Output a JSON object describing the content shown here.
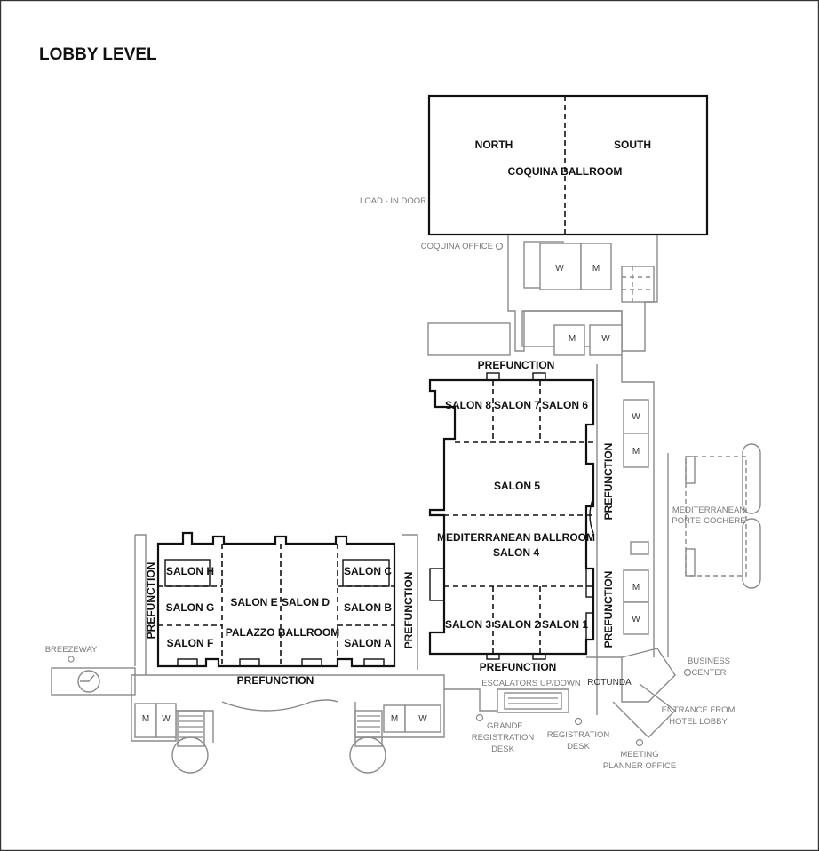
{
  "title": "LOBBY LEVEL",
  "coquina": {
    "north": "NORTH",
    "south": "SOUTH",
    "ballroom": "COQUINA BALLROOM",
    "load_in": "LOAD - IN DOOR",
    "office": "COQUINA OFFICE"
  },
  "restrooms": {
    "women": "W",
    "men": "M"
  },
  "mediterranean": {
    "prefunction_top": "PREFUNCTION",
    "salon8": "SALON 8",
    "salon7": "SALON 7",
    "salon6": "SALON 6",
    "salon5": "SALON 5",
    "ballroom": "MEDITERRANEAN BALLROOM",
    "salon4": "SALON 4",
    "salon3": "SALON 3",
    "salon2": "SALON 2",
    "salon1": "SALON 1",
    "prefunction_right_upper": "PREFUNCTION",
    "prefunction_right_lower": "PREFUNCTION",
    "prefunction_bottom": "PREFUNCTION"
  },
  "palazzo": {
    "salon_h": "SALON H",
    "salon_g": "SALON G",
    "salon_f": "SALON F",
    "salon_e": "SALON E",
    "salon_d": "SALON D",
    "salon_c": "SALON C",
    "salon_b": "SALON B",
    "salon_a": "SALON A",
    "ballroom": "PALAZZO BALLROOM",
    "prefunction_left": "PREFUNCTION",
    "prefunction_right": "PREFUNCTION",
    "prefunction_bottom": "PREFUNCTION"
  },
  "other": {
    "breezeway": "BREEZEWAY",
    "escalators": "ESCALATORS UP/DOWN",
    "rotunda": "ROTUNDA",
    "porte_cochere_1": "MEDITERRANEAN",
    "porte_cochere_2": "PORTE-COCHERE",
    "business_1": "BUSINESS",
    "business_2": "CENTER",
    "entrance_1": "ENTRANCE FROM",
    "entrance_2": "HOTEL LOBBY",
    "planner_1": "MEETING",
    "planner_2": "PLANNER OFFICE",
    "reg_desk_1": "REGISTRATION",
    "reg_desk_2": "DESK",
    "grande_1": "GRANDE",
    "grande_2": "REGISTRATION",
    "grande_3": "DESK"
  }
}
